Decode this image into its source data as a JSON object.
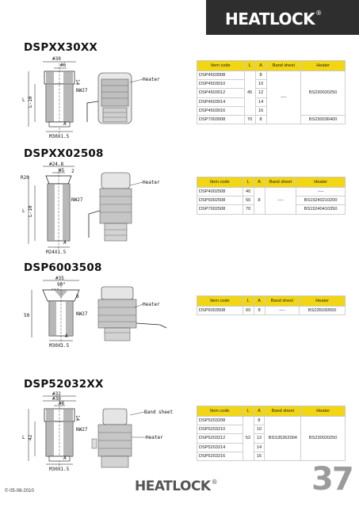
{
  "brand": {
    "name": "HEATLOCK",
    "mark": "®"
  },
  "sections": [
    {
      "title": "DSPXX30XX",
      "drawing": {
        "hex_label": "NW27",
        "thread_label": "M30X1.5",
        "dia_label": "#30",
        "inner_dia_label": "#6",
        "heater_label": "Heater",
        "l_label": "L",
        "a_label": "A",
        "dim_label": "L-10",
        "small_label": "14",
        "small_label_2": "2"
      },
      "columns": [
        "Item code",
        "L",
        "A",
        "Band sheet",
        "Heater"
      ],
      "rows": [
        {
          "code": "DSP4503008",
          "l": "45",
          "a": "8",
          "band": "----",
          "heater": "BS230020250"
        },
        {
          "code": "DSP4503010",
          "l": "",
          "a": "10",
          "band": "",
          "heater": ""
        },
        {
          "code": "DSP4503012",
          "l": "",
          "a": "12",
          "band": "",
          "heater": ""
        },
        {
          "code": "DSP4503014",
          "l": "",
          "a": "14",
          "band": "",
          "heater": ""
        },
        {
          "code": "DSP4503016",
          "l": "",
          "a": "16",
          "band": "",
          "heater": ""
        },
        {
          "code": "DSP7003008",
          "l": "70",
          "a": "8",
          "band": "",
          "heater": "BS230036400"
        }
      ]
    },
    {
      "title": "DSPXX02508",
      "drawing": {
        "hex_label": "NW27",
        "thread_label": "M24X1.5",
        "dia_label": "#24.8",
        "inner_dia_label": "#5",
        "heater_label": "Heater",
        "r_label": "R20",
        "l_label": "L",
        "a_label": "A",
        "dim_label": "L-10",
        "small_label": "2"
      },
      "columns": [
        "Item code",
        "L",
        "A",
        "Band sheet",
        "Heater"
      ],
      "rows": [
        {
          "code": "DSP4002508",
          "l": "40",
          "a": "8",
          "band": "----",
          "heater": "----"
        },
        {
          "code": "DSP5002508",
          "l": "50",
          "a": "",
          "band": "",
          "heater": "BS15240210200"
        },
        {
          "code": "DSP7002508",
          "l": "70",
          "a": "",
          "band": "",
          "heater": "BS15240410350"
        }
      ]
    },
    {
      "title": "DSP6003508",
      "drawing": {
        "hex_label": "NW27",
        "thread_label": "M30X1.5",
        "dia_label": "#35",
        "angle_label": "90°",
        "inner_dia_label": "#12",
        "heater_label": "Heater",
        "l_label": "50",
        "a_label": "A",
        "small_label": "8"
      },
      "columns": [
        "Item code",
        "L",
        "A",
        "Band sheet",
        "Heater"
      ],
      "rows": [
        {
          "code": "DSP6003508",
          "l": "60",
          "a": "8",
          "band": "----",
          "heater": "BS235030550"
        }
      ]
    },
    {
      "title": "DSP52032XX",
      "drawing": {
        "hex_label": "NW27",
        "thread_label": "M30X1.5",
        "dia_label": "#32",
        "inner_dia_label": "#6",
        "outer_label": "#30",
        "band_label": "Band sheet",
        "heater_label": "Heater",
        "l_label": "L",
        "a_label": "A",
        "dim_label": "42",
        "small_label": "14"
      },
      "columns": [
        "Item code",
        "L",
        "A",
        "Band sheet",
        "Heater"
      ],
      "rows": [
        {
          "code": "DSP5203208",
          "l": "52",
          "a": "8",
          "band": "BSS35362004",
          "heater": "BS230020250"
        },
        {
          "code": "DSP5203210",
          "l": "",
          "a": "10",
          "band": "",
          "heater": ""
        },
        {
          "code": "DSP5203212",
          "l": "",
          "a": "12",
          "band": "",
          "heater": ""
        },
        {
          "code": "DSP5203214",
          "l": "",
          "a": "14",
          "band": "",
          "heater": ""
        },
        {
          "code": "DSP5203216",
          "l": "",
          "a": "16",
          "band": "",
          "heater": ""
        }
      ]
    }
  ],
  "footer": {
    "date": "© 05-08-2010",
    "page_number": "37"
  },
  "colors": {
    "header_bg": "#2e2e2e",
    "table_header": "#f2d613",
    "page_number": "#9b9b9b"
  }
}
